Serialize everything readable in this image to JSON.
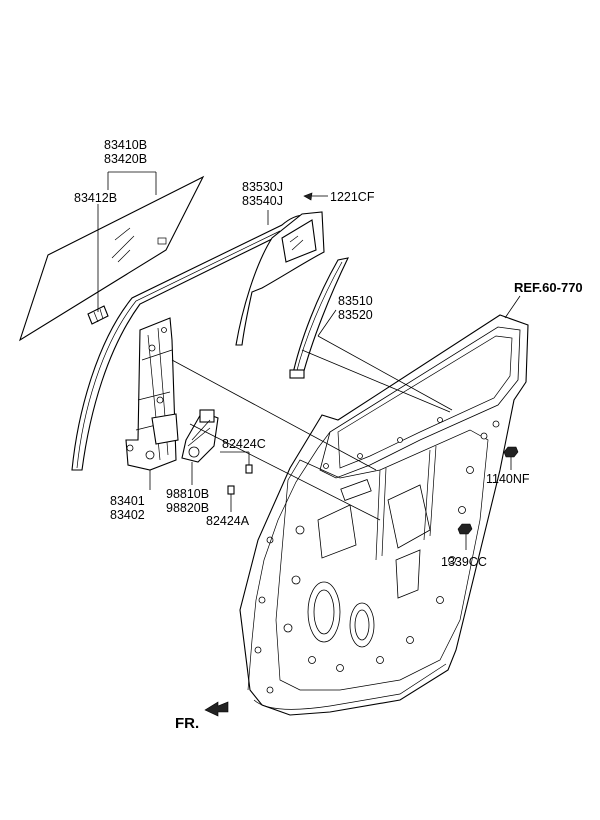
{
  "labels": {
    "glass_a": "83410B",
    "glass_b": "83420B",
    "glass_holder": "83412B",
    "channel_a": "83530J",
    "channel_b": "83540J",
    "screw_1221": "1221CF",
    "sash_a": "83510",
    "sash_b": "83520",
    "reference": "REF.60-770",
    "regulator_a": "83401",
    "regulator_b": "83402",
    "motor_a": "98810B",
    "motor_b": "98820B",
    "bolt_c": "82424C",
    "bolt_a": "82424A",
    "nut": "1140NF",
    "grommet": "1339CC",
    "front": "FR."
  }
}
